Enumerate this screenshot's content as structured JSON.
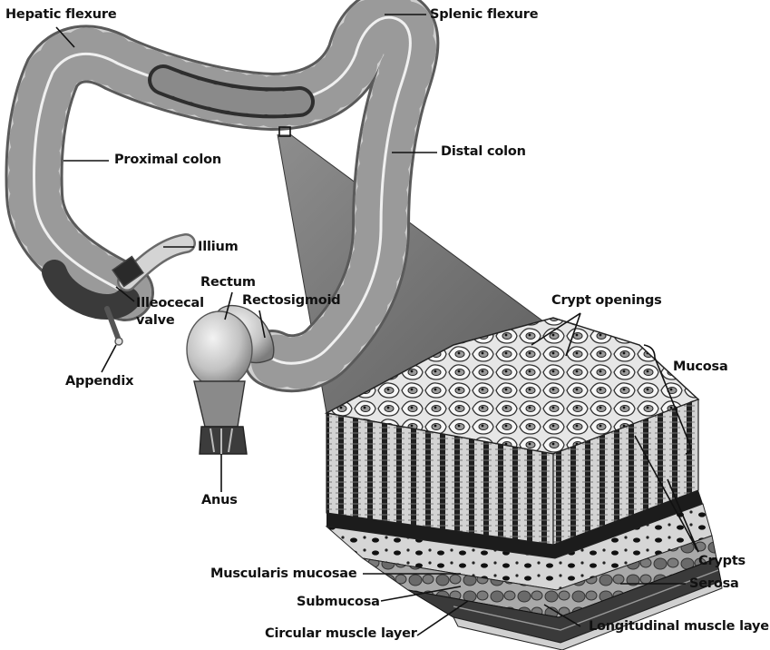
{
  "labels": {
    "hepatic_flexure": "Hepatic flexure",
    "splenic_flexure": "Splenic flexure",
    "proximal_colon": "Proximal colon",
    "distal_colon": "Distal colon",
    "illium": "Illium",
    "rectum": "Rectum",
    "rectosigmoid": "Rectosigmoid",
    "illeocecal_line1": "Illeocecal",
    "illeocecal_line2": "valve",
    "appendix": "Appendix",
    "anus": "Anus",
    "crypt_openings": "Crypt openings",
    "mucosa": "Mucosa",
    "crypts": "Crypts",
    "muscularis_mucosae": "Muscularis mucosae",
    "submucosa": "Submucosa",
    "serosa": "Serosa",
    "circular_muscle_layer": "Circular muscle layer",
    "longitudinal_muscle_layer": "Longitudinal muscle layer"
  },
  "colors": {
    "ink": "#111111",
    "tissue_light": "#d9d9d9",
    "tissue_mid": "#9a9a9a",
    "tissue_dark": "#3a3a3a",
    "zoom_wedge": "#7a7a7a"
  }
}
